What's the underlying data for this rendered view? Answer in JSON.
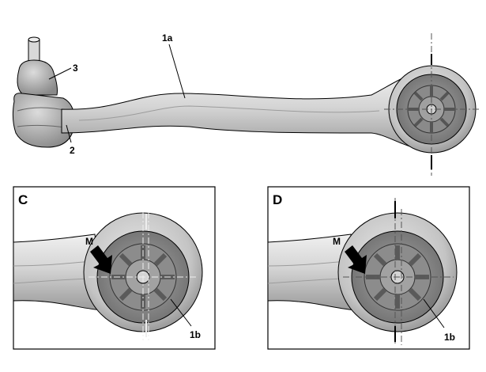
{
  "labels": {
    "arm": "1a",
    "bushing": "1b",
    "ball_joint_top": "3",
    "ball_joint_bottom": "2",
    "mark": "M"
  },
  "panels": [
    {
      "id": "C",
      "title": "C",
      "mark_label": "M",
      "part_label": "1b"
    },
    {
      "id": "D",
      "title": "D",
      "mark_label": "M",
      "part_label": "1b"
    }
  ],
  "colors": {
    "metal_light": "#e2e2e2",
    "metal_mid": "#bcbcbc",
    "metal_dark": "#7a7a7a",
    "rubber": "#8c8c8c",
    "outline": "#000000"
  }
}
